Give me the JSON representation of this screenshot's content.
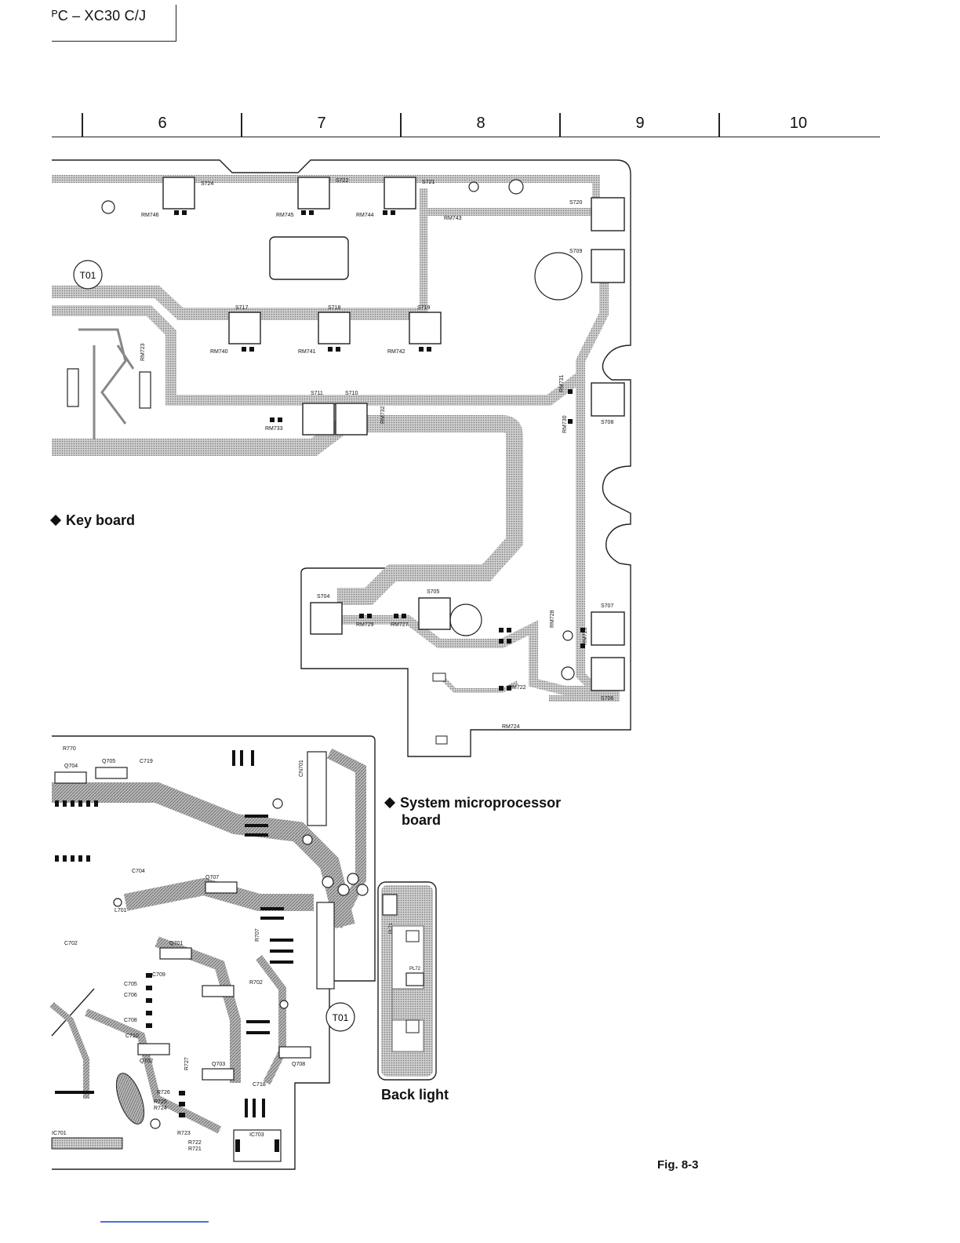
{
  "header": {
    "model": "ᴾC – XC30 C/J"
  },
  "ruler": {
    "columns": [
      "6",
      "7",
      "8",
      "9",
      "10"
    ]
  },
  "boards": {
    "key_board": "Key board",
    "system_micro_line1": "System microprocessor",
    "system_micro_line2": "board",
    "back_light": "Back light"
  },
  "components": {
    "s724": "S724",
    "s722": "S722",
    "s721": "S721",
    "s720": "S720",
    "s709": "S709",
    "s717": "S717",
    "s718": "S718",
    "s719": "S719",
    "s711": "S711",
    "s710": "S710",
    "s708": "S708",
    "s704": "S704",
    "s705": "S705",
    "s707": "S707",
    "s706": "S706",
    "rm746": "RM746",
    "rm745": "RM745",
    "rm744": "RM744",
    "rm743": "RM743",
    "rm740": "RM740",
    "rm741": "RM741",
    "rm742": "RM742",
    "rm723": "RM723",
    "rm733": "RM733",
    "rm732": "RM732",
    "rm731": "RM731",
    "rm730": "RM730",
    "rm729": "RM729",
    "rm727": "RM727",
    "rm728": "RM728",
    "rm726": "RM726",
    "rm722": "RM722",
    "rm724": "RM724",
    "t01_a": "T01",
    "t01_b": "T01",
    "r770": "R770",
    "q704": "Q704",
    "q705": "Q705",
    "c719": "C719",
    "cn701": "CN701",
    "c704": "C704",
    "q707": "Q707",
    "l701": "L701",
    "c702": "C702",
    "q701": "Q701",
    "c705": "C705",
    "c709": "C709",
    "c708": "C708",
    "c706": "C706",
    "c710": "C710",
    "q702": "Q702",
    "r727": "R727",
    "q703": "Q703",
    "r726": "R726",
    "r725": "R725",
    "r724": "R724",
    "r723": "R723",
    "r722": "R722",
    "r721": "R721",
    "ic701": "IC701",
    "q708": "Q708",
    "c718": "C718",
    "ic703": "IC703",
    "r702": "R702",
    "r707": "R707",
    "pl71": "PL71",
    "pl72": "PL72"
  },
  "figure": {
    "caption": "Fig. 8-3"
  }
}
